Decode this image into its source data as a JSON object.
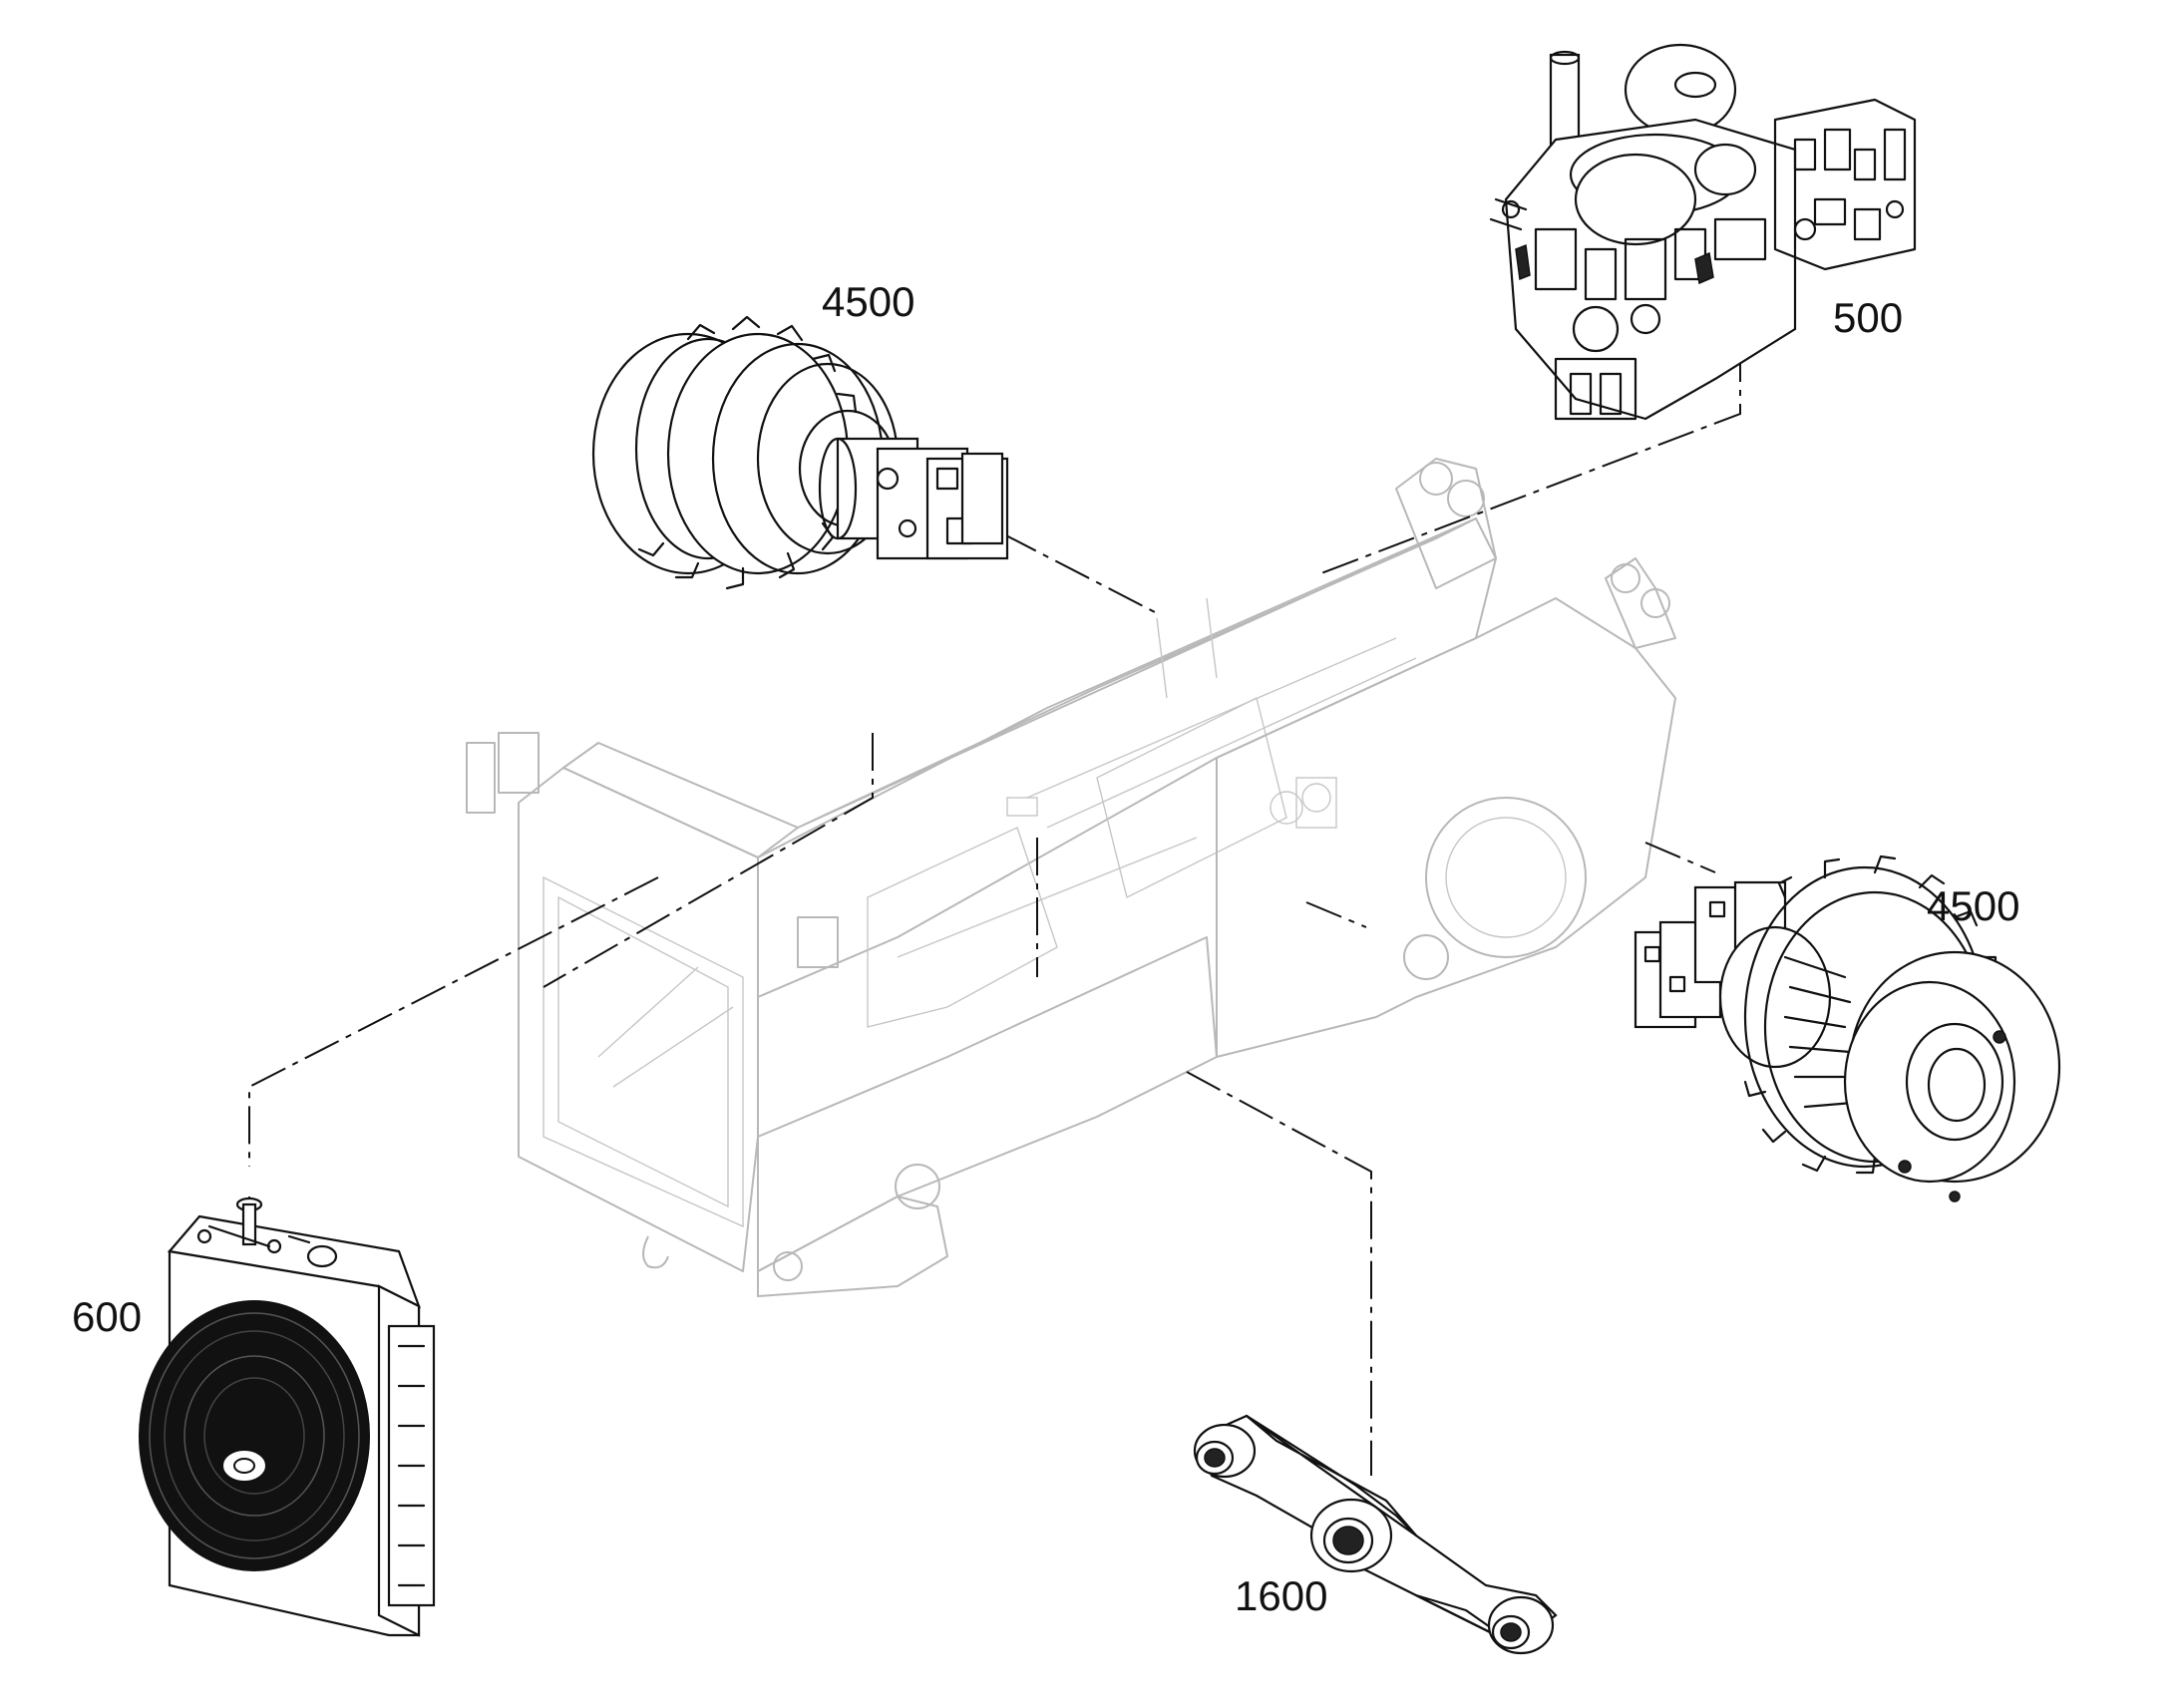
{
  "callouts": {
    "final_drive_left": "4500",
    "engine": "500",
    "final_drive_right": "4500",
    "cooler": "600",
    "link": "1600"
  },
  "colors": {
    "part_line": "#111111",
    "frame_line": "#b8b8b8",
    "background": "#ffffff"
  }
}
